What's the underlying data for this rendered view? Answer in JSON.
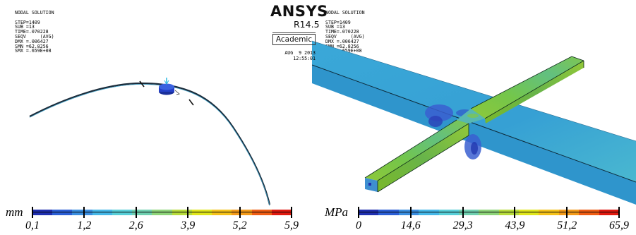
{
  "left_info": {
    "lines": [
      "NODAL SOLUTION",
      "",
      "STEP=1409",
      "SUB =13",
      "TIME=.070228",
      "SEQV     (AVG)",
      "DMX =.006427",
      "SMN =62.8256",
      "SMX =.659E+08"
    ]
  },
  "right_info": {
    "lines": [
      "NODAL SOLUTION",
      "",
      "STEP=1409",
      "SUB =13",
      "TIME=.070228",
      "SEQV     (AVG)",
      "DMX =.006427",
      "SMN =62.8256",
      "SMX =.659E+08"
    ]
  },
  "logo": {
    "title": "ANSYS",
    "version": "R14.5",
    "badge": "Academic",
    "date": "AUG  9 2013",
    "time": "12:55:01"
  },
  "left_legend": {
    "unit": "mm",
    "ticks": [
      "0,1",
      "1,2",
      "2,6",
      "3,9",
      "5,2",
      "5,9"
    ],
    "colors": [
      "#1f2fb0",
      "#2b5fd6",
      "#3a8ee0",
      "#46b8e8",
      "#58cfd8",
      "#6fd0b0",
      "#8ed57a",
      "#b7dc3c",
      "#e0e61c",
      "#f5c21a",
      "#f39a19",
      "#ef5d14",
      "#e01a10"
    ]
  },
  "right_legend": {
    "unit": "MPa",
    "ticks": [
      "0",
      "14,6",
      "29,3",
      "43,9",
      "51,2",
      "65,9"
    ],
    "colors": [
      "#1f2fb0",
      "#2b5fd6",
      "#3a8ee0",
      "#46b8e8",
      "#58cfd8",
      "#6fd0b0",
      "#8ed57a",
      "#b7dc3c",
      "#e0e61c",
      "#f5c21a",
      "#f39a19",
      "#ef5d14",
      "#e01a10"
    ]
  }
}
